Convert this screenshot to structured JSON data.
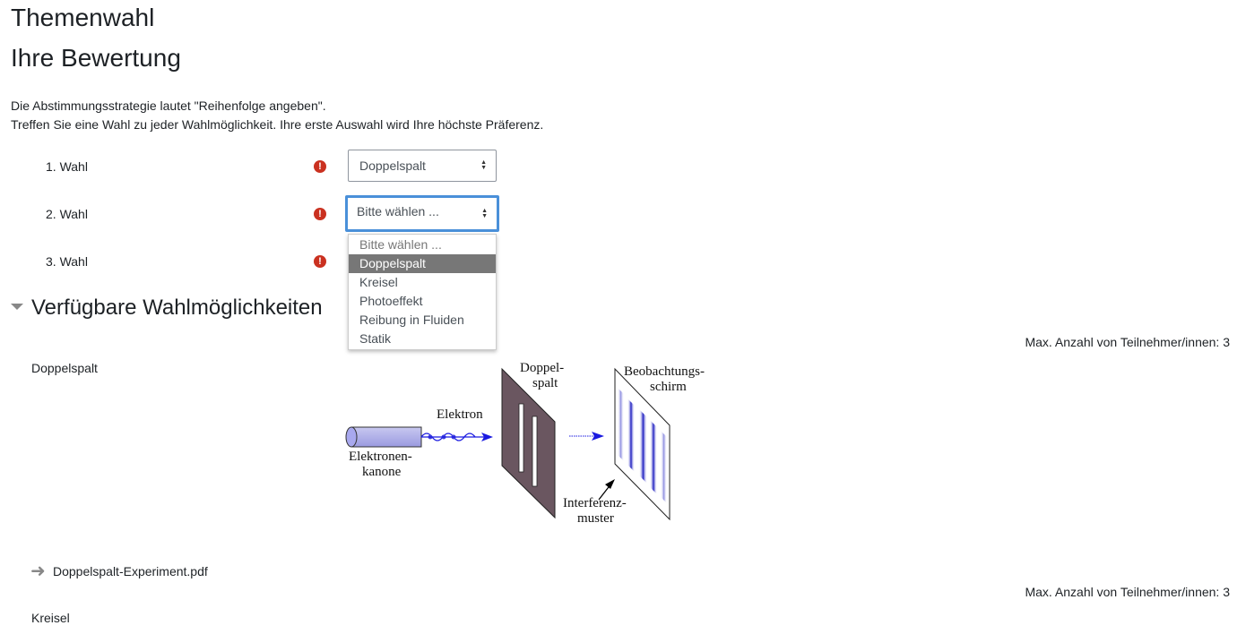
{
  "title": "Themenwahl",
  "subtitle": "Ihre Bewertung",
  "intro": [
    "Die Abstimmungsstrategie lautet \"Reihenfolge angeben\".",
    "Treffen Sie eine Wahl zu jeder Wahlmöglichkeit. Ihre erste Auswahl wird Ihre höchste Präferenz."
  ],
  "choices": [
    {
      "label": "1. Wahl",
      "value": "Doppelspalt"
    },
    {
      "label": "2. Wahl",
      "value": "Bitte wählen ..."
    },
    {
      "label": "3. Wahl",
      "value": ""
    }
  ],
  "dropdown": {
    "options": [
      "Bitte wählen ...",
      "Doppelspalt",
      "Kreisel",
      "Photoeffekt",
      "Reibung in Fluiden",
      "Statik"
    ],
    "highlighted": "Doppelspalt"
  },
  "section": {
    "title": "Verfügbare Wahlmöglichkeiten"
  },
  "topics": [
    {
      "name": "Doppelspalt",
      "max": "Max. Anzahl von Teilnehmer/innen: 3",
      "attachment": "Doppelspalt-Experiment.pdf",
      "figure": {
        "gun": [
          "Elektronen-",
          "kanone"
        ],
        "electron": "Elektron",
        "slit": [
          "Doppel-",
          "spalt"
        ],
        "screen": [
          "Beobachtungs-",
          "schirm"
        ],
        "pattern": [
          "Interferenz-",
          "muster"
        ]
      }
    },
    {
      "name": "Kreisel",
      "max": "Max. Anzahl von Teilnehmer/innen: 3"
    }
  ]
}
